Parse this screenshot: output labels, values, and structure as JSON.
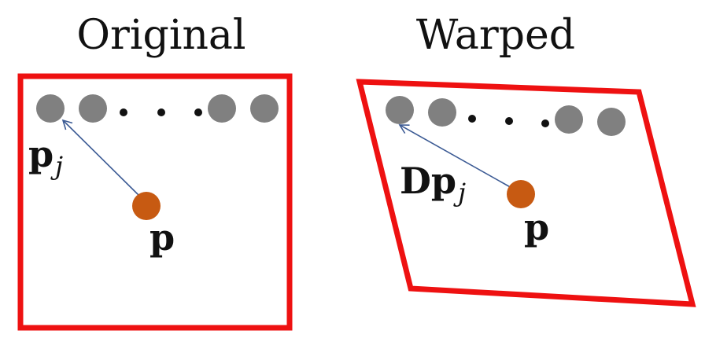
{
  "panels": {
    "original": {
      "title": "Original",
      "label_neighbor": {
        "main": "p",
        "sub": "j"
      },
      "label_point": "p"
    },
    "warped": {
      "title": "Warped",
      "label_neighbor": {
        "main": "Dp",
        "sub": "j"
      },
      "label_point": "p"
    }
  },
  "colors": {
    "frame": "#ee1111",
    "neighbor_dot": "#808080",
    "ellipsis_dot": "#111111",
    "center_point": "#c75a12",
    "arrow": "#3b5a94"
  }
}
